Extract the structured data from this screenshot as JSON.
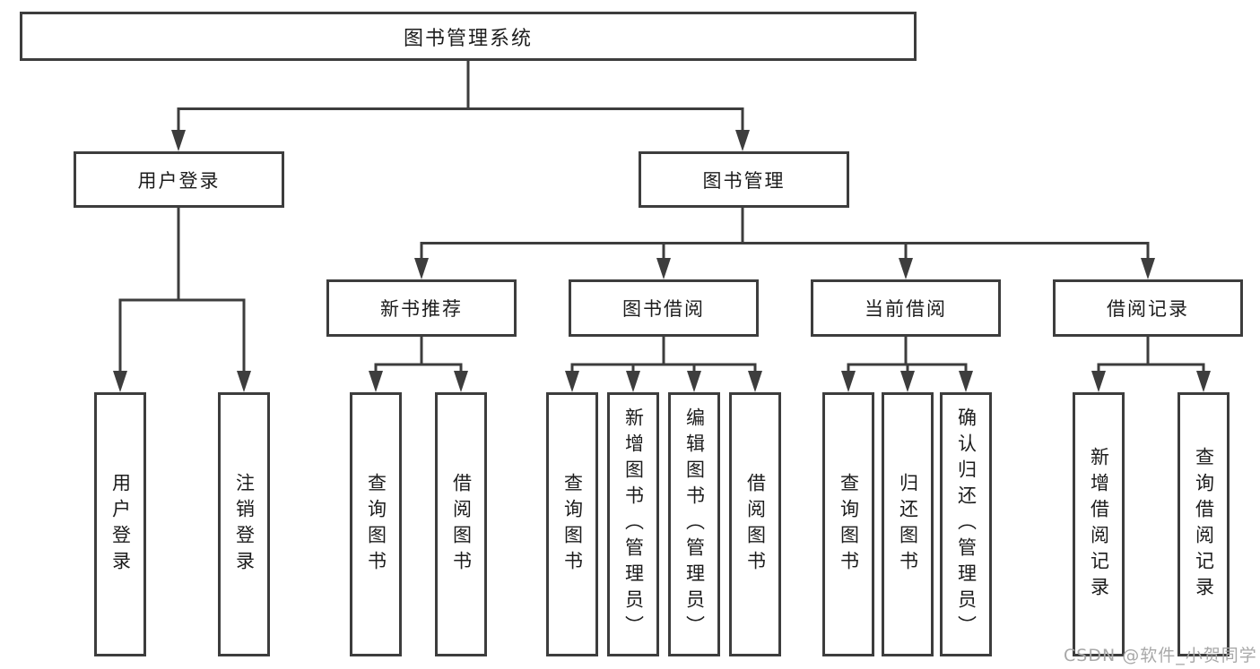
{
  "title": {
    "label": "图书管理系统"
  },
  "level1": [
    {
      "label": "用户登录"
    },
    {
      "label": "图书管理"
    }
  ],
  "level2": [
    {
      "label": "新书推荐"
    },
    {
      "label": "图书借阅"
    },
    {
      "label": "当前借阅"
    },
    {
      "label": "借阅记录"
    }
  ],
  "leaves": [
    {
      "label": "用户登录"
    },
    {
      "label": "注销登录"
    },
    {
      "label": "查询图书"
    },
    {
      "label": "借阅图书"
    },
    {
      "label": "查询图书"
    },
    {
      "label": "新增图书（管理员）"
    },
    {
      "label": "编辑图书（管理员）"
    },
    {
      "label": "借阅图书"
    },
    {
      "label": "查询图书"
    },
    {
      "label": "归还图书"
    },
    {
      "label": "确认归还（管理员）"
    },
    {
      "label": "新增借阅记录"
    },
    {
      "label": "查询借阅记录"
    }
  ],
  "watermark": {
    "text": "CSDN @软件_小贺同学"
  },
  "colors": {
    "line": "#3d3d3d",
    "text": "#1c1c1c",
    "watermark": "#a8a8a8"
  }
}
